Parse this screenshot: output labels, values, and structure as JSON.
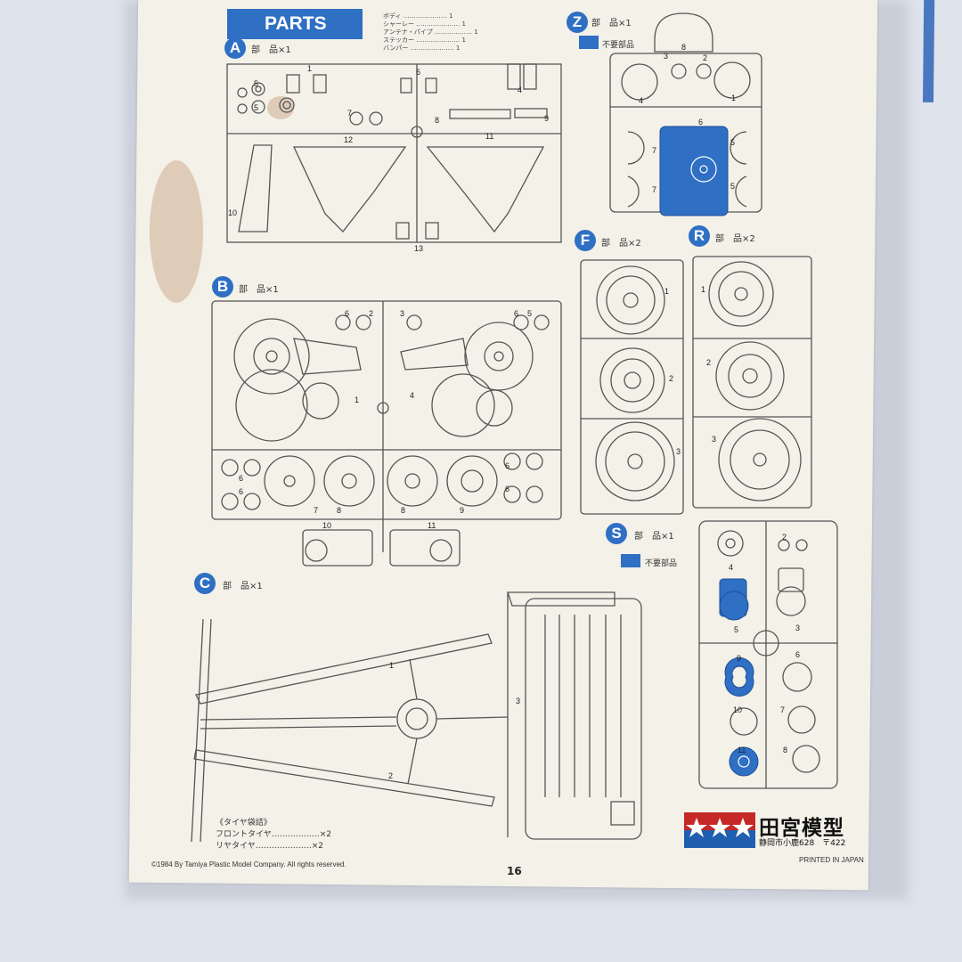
{
  "header": {
    "title": "PARTS",
    "parts_list": [
      "ボディ",
      "シャーレー",
      "アンテナ・パイプ",
      "ステッカー",
      "バンパー"
    ],
    "parts_list_qty": [
      "1",
      "1",
      "1",
      "1",
      "1"
    ]
  },
  "sprues": {
    "A": {
      "letter": "A",
      "qty_label": "部　品×1"
    },
    "B": {
      "letter": "B",
      "qty_label": "部　品×1"
    },
    "C": {
      "letter": "C",
      "qty_label": "部　品×1"
    },
    "Z": {
      "letter": "Z",
      "qty_label": "部　品×1",
      "note": "不要部品"
    },
    "F": {
      "letter": "F",
      "qty_label": "部　品×2"
    },
    "R": {
      "letter": "R",
      "qty_label": "部　品×2"
    },
    "S": {
      "letter": "S",
      "qty_label": "部　品×1",
      "note": "不要部品"
    }
  },
  "tire_note": {
    "title": "《タイヤ袋詰》",
    "front": "フロントタイヤ",
    "front_qty": "×2",
    "rear": "リヤタイヤ",
    "rear_qty": "×2"
  },
  "footer": {
    "copyright": "©1984 By Tamiya Plastic Model Company. All rights reserved.",
    "page_number": "16",
    "brand_name": "田宮模型",
    "address": "静岡市小鹿628　〒422",
    "printed": "PRINTED IN JAPAN"
  },
  "colors": {
    "accent": "#2f6fc4",
    "paper": "#f3f1e8",
    "line": "#555555"
  }
}
